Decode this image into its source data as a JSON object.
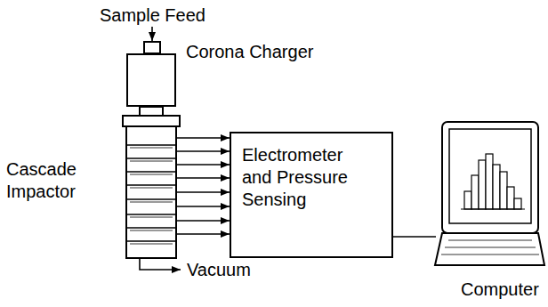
{
  "diagram": {
    "nodes": [
      {
        "text": [
          "Corona Charger"
        ]
      },
      {
        "text": [
          "Cascade Impactor"
        ]
      },
      {
        "text": [
          "Electrometer and Pressure Sensing"
        ]
      },
      {
        "text": [
          "Computer"
        ]
      }
    ],
    "edges": [
      {
        "from": 0,
        "to": 1,
        "arrow": "none"
      },
      {
        "from": 1,
        "to": 2,
        "arrow": "to"
      },
      {
        "from": 1,
        "to": 2,
        "arrow": "to"
      },
      {
        "from": 1,
        "to": 2,
        "arrow": "to"
      },
      {
        "from": 1,
        "to": 2,
        "arrow": "to"
      },
      {
        "from": 1,
        "to": 2,
        "arrow": "to"
      },
      {
        "from": 1,
        "to": 2,
        "arrow": "to"
      },
      {
        "from": 1,
        "to": 2,
        "arrow": "to"
      },
      {
        "from": 1,
        "to": 2,
        "arrow": "to"
      },
      {
        "from": 2,
        "to": 3,
        "arrow": "none"
      }
    ],
    "labels": [
      "Sample Feed",
      "Vacuum"
    ]
  }
}
